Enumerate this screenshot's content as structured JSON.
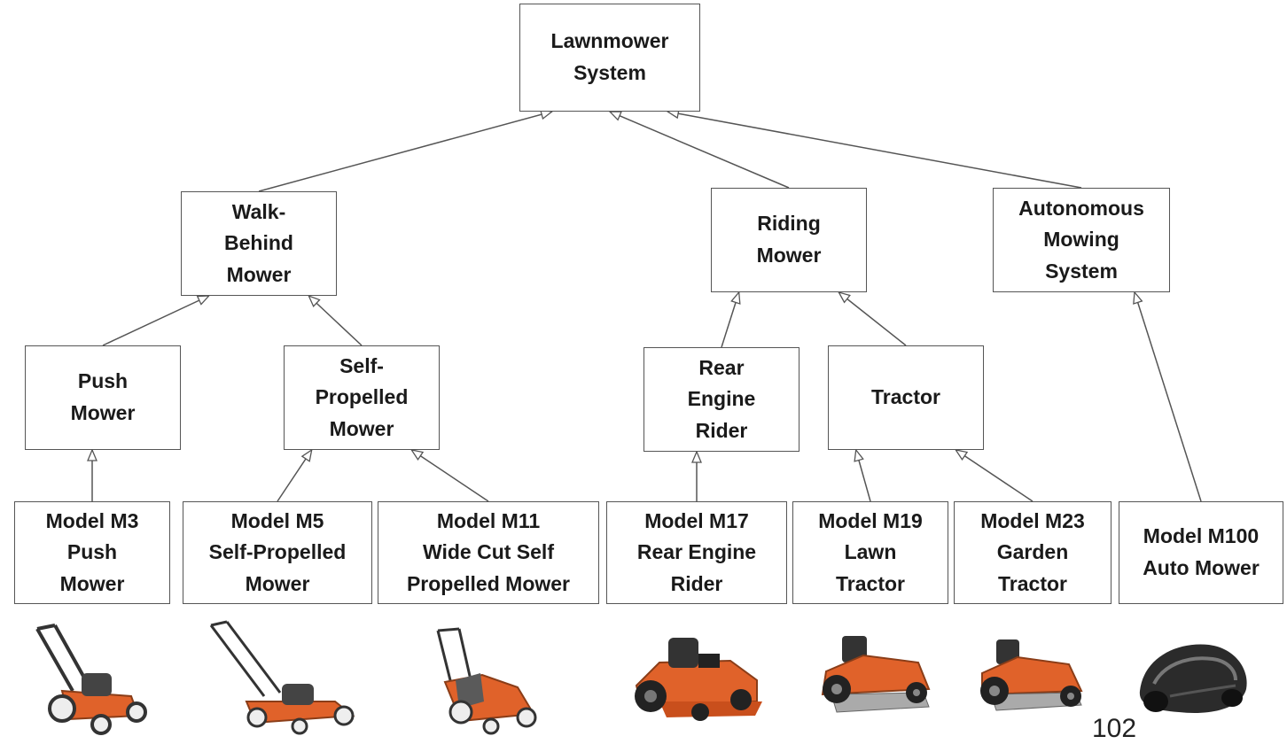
{
  "diagram": {
    "nodes": {
      "root": "Lawnmower\nSystem",
      "walk_behind": "Walk-\nBehind\nMower",
      "riding": "Riding\nMower",
      "autonomous": "Autonomous\nMowing\nSystem",
      "push": "Push\nMower",
      "self_propelled": "Self-\nPropelled\nMower",
      "rear_engine": "Rear\nEngine\nRider",
      "tractor": "Tractor",
      "m3": "Model M3\nPush\nMower",
      "m5": "Model M5\nSelf-Propelled\nMower",
      "m11": "Model M11\nWide Cut Self\nPropelled Mower",
      "m17": "Model M17\nRear Engine\nRider",
      "m19": "Model M19\nLawn\nTractor",
      "m23": "Model M23\nGarden\nTractor",
      "m100": "Model M100\nAuto Mower"
    },
    "edges": [
      [
        "walk_behind",
        "root"
      ],
      [
        "riding",
        "root"
      ],
      [
        "autonomous",
        "root"
      ],
      [
        "push",
        "walk_behind"
      ],
      [
        "self_propelled",
        "walk_behind"
      ],
      [
        "rear_engine",
        "riding"
      ],
      [
        "tractor",
        "riding"
      ],
      [
        "m3",
        "push"
      ],
      [
        "m5",
        "self_propelled"
      ],
      [
        "m11",
        "self_propelled"
      ],
      [
        "m17",
        "rear_engine"
      ],
      [
        "m19",
        "tractor"
      ],
      [
        "m23",
        "tractor"
      ],
      [
        "m100",
        "autonomous"
      ]
    ],
    "images": [
      "push-mower",
      "self-propelled-mower",
      "self-propelled-mower",
      "zero-turn-rider",
      "lawn-tractor",
      "garden-tractor",
      "robotic-mower"
    ],
    "colors": {
      "mower_body": "#e0622a",
      "frame": "#333333",
      "robot": "#2b2b2b",
      "border": "#555555"
    }
  },
  "page_number": "102"
}
